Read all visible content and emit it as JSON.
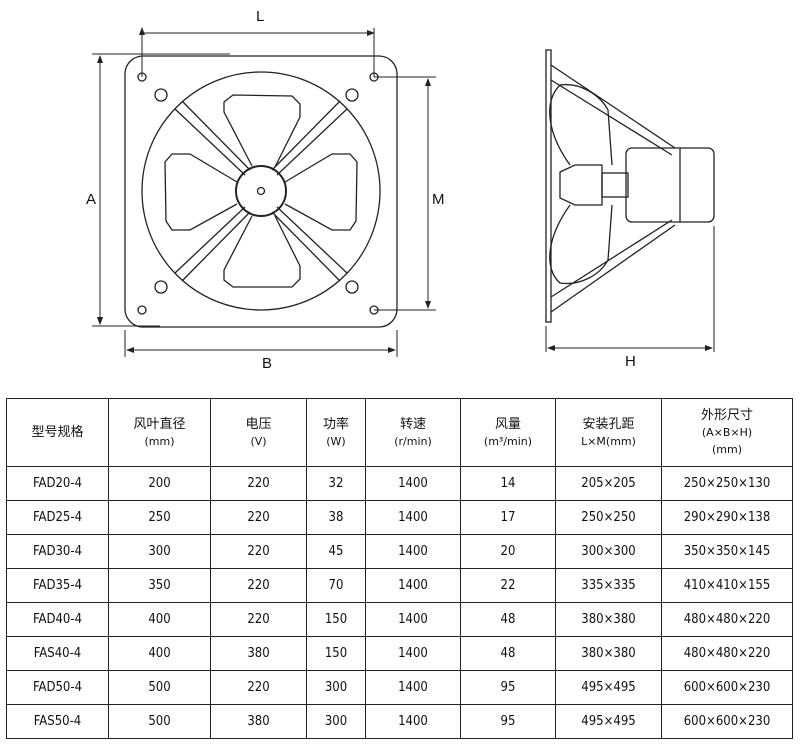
{
  "diagram": {
    "front_labels": {
      "L": "L",
      "A": "A",
      "M": "M",
      "B": "B"
    },
    "side_labels": {
      "H": "H"
    }
  },
  "table": {
    "headers": [
      {
        "title": "型号规格",
        "unit": ""
      },
      {
        "title": "风叶直径",
        "unit": "(mm)"
      },
      {
        "title": "电压",
        "unit": "(V)"
      },
      {
        "title": "功率",
        "unit": "(W)"
      },
      {
        "title": "转速",
        "unit": "(r/min)"
      },
      {
        "title": "风量",
        "unit": "(m³/min)"
      },
      {
        "title": "安装孔距",
        "unit": "L×M(mm)"
      },
      {
        "title": "外形尺寸",
        "unit": "(A×B×H)",
        "unit2": "(mm)"
      }
    ],
    "rows": [
      [
        "FAD20-4",
        "200",
        "220",
        "32",
        "1400",
        "14",
        "205×205",
        "250×250×130"
      ],
      [
        "FAD25-4",
        "250",
        "220",
        "38",
        "1400",
        "17",
        "250×250",
        "290×290×138"
      ],
      [
        "FAD30-4",
        "300",
        "220",
        "45",
        "1400",
        "20",
        "300×300",
        "350×350×145"
      ],
      [
        "FAD35-4",
        "350",
        "220",
        "70",
        "1400",
        "22",
        "335×335",
        "410×410×155"
      ],
      [
        "FAD40-4",
        "400",
        "220",
        "150",
        "1400",
        "48",
        "380×380",
        "480×480×220"
      ],
      [
        "FAS40-4",
        "400",
        "380",
        "150",
        "1400",
        "48",
        "380×380",
        "480×480×220"
      ],
      [
        "FAD50-4",
        "500",
        "220",
        "300",
        "1400",
        "95",
        "495×495",
        "600×600×230"
      ],
      [
        "FAS50-4",
        "500",
        "380",
        "300",
        "1400",
        "95",
        "495×495",
        "600×600×230"
      ]
    ]
  }
}
